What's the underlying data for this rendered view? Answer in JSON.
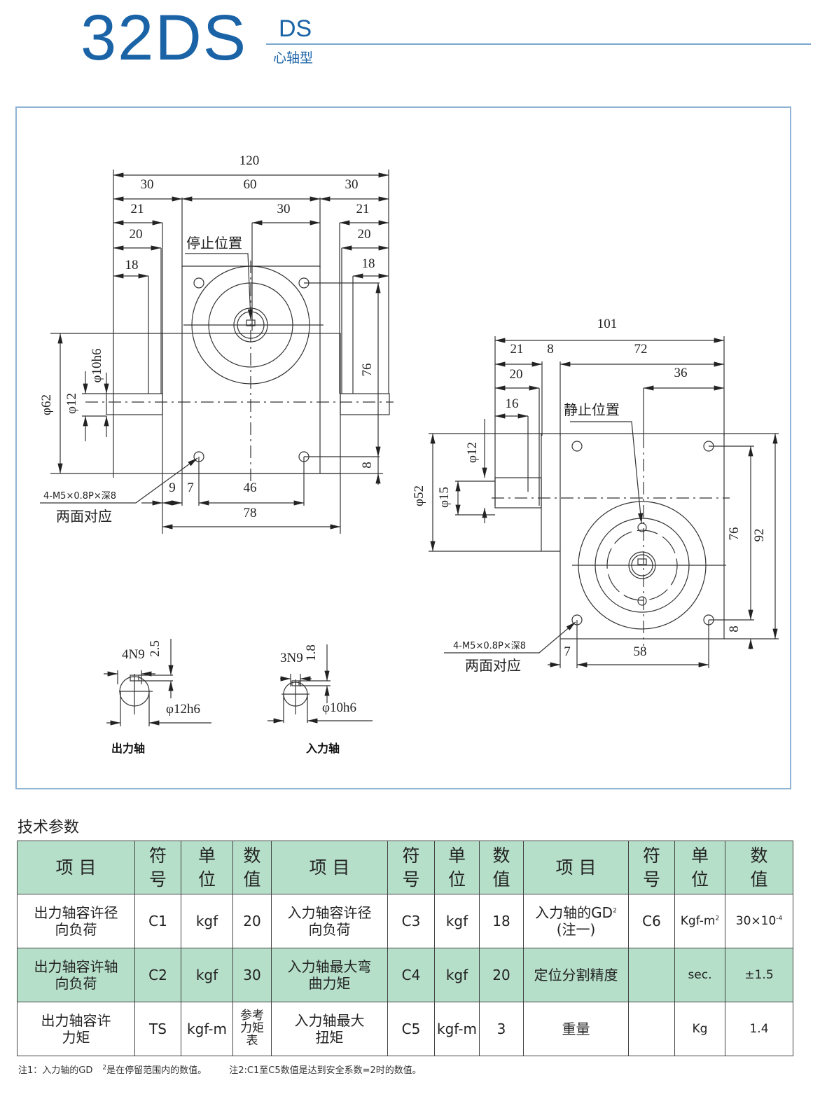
{
  "header": {
    "model": "32DS",
    "series": "DS",
    "type": "心轴型",
    "brand_color": "#1a63a6"
  },
  "drawing": {
    "front_view": {
      "dims_top": [
        "120",
        "30",
        "60",
        "30",
        "21",
        "30",
        "21",
        "20",
        "20",
        "18",
        "18"
      ],
      "stop_label": "停止位置",
      "dims_left": [
        "φ62",
        "φ12",
        "φ10h6"
      ],
      "dims_right": [
        "76",
        "8"
      ],
      "dims_bottom": [
        "9",
        "7",
        "46",
        "78"
      ],
      "hole_note": "4-M5×0.8P×深8",
      "hole_note2": "两面对应"
    },
    "side_view": {
      "dims_top": [
        "101",
        "21",
        "8",
        "72",
        "20",
        "36",
        "16"
      ],
      "stop_label": "静止位置",
      "dims_left": [
        "φ52",
        "φ15",
        "φ12"
      ],
      "dims_right": [
        "76",
        "92",
        "8"
      ],
      "dims_bottom": [
        "7",
        "58"
      ],
      "hole_note": "4-M5×0.8P×深8",
      "hole_note2": "两面对应"
    },
    "output_shaft": {
      "key": "4N9",
      "depth": "2.5",
      "dia": "φ12h6",
      "caption": "出力轴"
    },
    "input_shaft": {
      "key": "3N9",
      "depth": "1.8",
      "dia": "φ10h6",
      "caption": "入力轴"
    }
  },
  "specs": {
    "title": "技术参数",
    "headers": {
      "item": "项 目",
      "symbol_1": "符",
      "symbol_2": "号",
      "unit_1": "单",
      "unit_2": "位",
      "value_1": "数",
      "value_2": "值"
    },
    "rows": [
      [
        {
          "item_1": "出力轴容许径",
          "item_2": "向负荷",
          "symbol": "C1",
          "unit": "kgf",
          "value": "20"
        },
        {
          "item_1": "入力轴容许径",
          "item_2": "向负荷",
          "symbol": "C3",
          "unit": "kgf",
          "value": "18"
        },
        {
          "item_1": "入力轴的GD",
          "item_sup": "2",
          "item_2": "(注一)",
          "symbol": "C6",
          "unit": "Kgf-m",
          "unit_sup": "2",
          "value": "30×10",
          "value_sup": "-4"
        }
      ],
      [
        {
          "item_1": "出力轴容许轴",
          "item_2": "向负荷",
          "symbol": "C2",
          "unit": "kgf",
          "value": "30"
        },
        {
          "item_1": "入力轴最大弯",
          "item_2": "曲力矩",
          "symbol": "C4",
          "unit": "kgf",
          "value": "20"
        },
        {
          "item_1": "定位分割精度",
          "item_2": "",
          "symbol": "",
          "unit": "sec.",
          "value": "±1.5"
        }
      ],
      [
        {
          "item_1": "出力轴容许",
          "item_2": "力矩",
          "symbol": "TS",
          "unit": "kgf-m",
          "value_1": "参考",
          "value_2": "力矩",
          "value_3": "表"
        },
        {
          "item_1": "入力轴最大",
          "item_2": "扭矩",
          "symbol": "C5",
          "unit": "kgf-m",
          "value": "3"
        },
        {
          "item_1": "重量",
          "item_2": "",
          "symbol": "",
          "unit": "Kg",
          "value": "1.4"
        }
      ]
    ],
    "header_color": "#b6dfca"
  },
  "notes": {
    "note1_a": "注1：入力轴的GD",
    "note1_sup": "2",
    "note1_b": "是在停留范围内的数值。",
    "note2": "注2:C1至C5数值是达到安全系数=2时的数值。"
  }
}
